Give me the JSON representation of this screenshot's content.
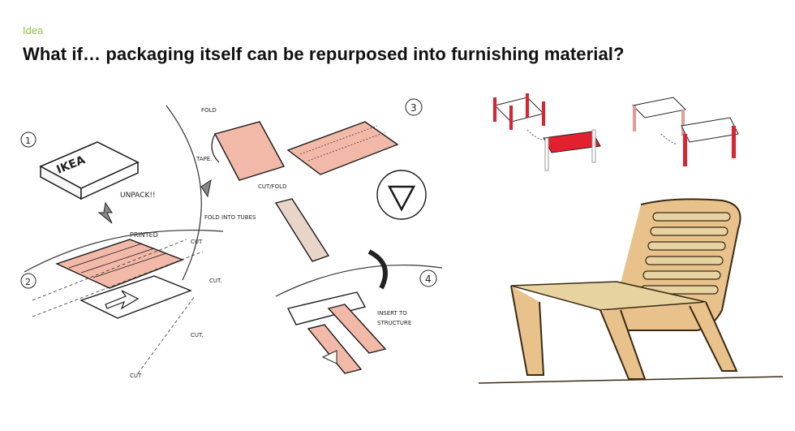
{
  "slide": {
    "eyebrow": "Idea",
    "title": "What if… packaging itself can be repurposed into furnishing material?"
  },
  "sketch": {
    "step1": "1",
    "step2": "2",
    "step3": "3",
    "step4": "4",
    "box_brand": "IKEA",
    "unpack": "UNPACK!!",
    "printed": "PRINTED",
    "cut": "CUT",
    "cut_dot": "CUT.",
    "fold": "FOLD",
    "tape": "TAPE.",
    "fold_into_tubes": "FOLD INTO TUBES",
    "cut_fold": "CUT/FOLD",
    "insert_to": "INSERT TO",
    "structure": "STRUCTURE",
    "colors": {
      "pink": "#f2b8a8",
      "stroke": "#1a1a1a",
      "red": "#e2202e",
      "wood": "#e8c28a"
    }
  }
}
